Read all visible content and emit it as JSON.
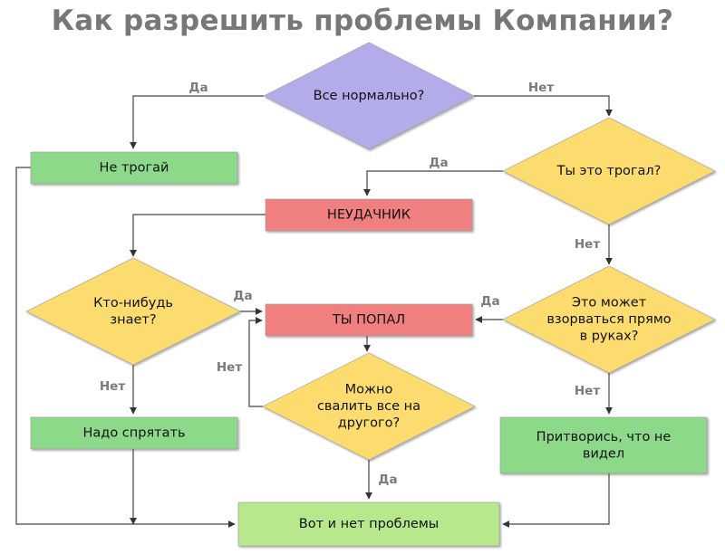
{
  "title": "Как разрешить проблемы Компании?",
  "nodes": {
    "q_ok": [
      "Все нормально?"
    ],
    "leave": [
      "Не трогай"
    ],
    "q_touched": [
      "Ты это трогал?"
    ],
    "loser": [
      "НЕУДАЧНИК"
    ],
    "q_knows": [
      "Кто-нибудь",
      "знает?"
    ],
    "caught": [
      "ТЫ ПОПАЛ"
    ],
    "q_explode": [
      "Это может",
      "взорваться прямо",
      "в руках?"
    ],
    "q_blame": [
      "Можно",
      "свалить все на",
      "другого?"
    ],
    "hide": [
      "Надо спрятать"
    ],
    "pretend": [
      "Притворись, что не",
      "видел"
    ],
    "no_problem": [
      "Вот и нет проблемы"
    ]
  },
  "edge_labels": {
    "yes": "Да",
    "no": "Нет"
  },
  "colors": {
    "title": "#777777",
    "green": "#8dd98a",
    "green_light": "#b7e88c",
    "red": "#f08080",
    "yellow": "#fcdc6e",
    "purple": "#b3acea"
  }
}
